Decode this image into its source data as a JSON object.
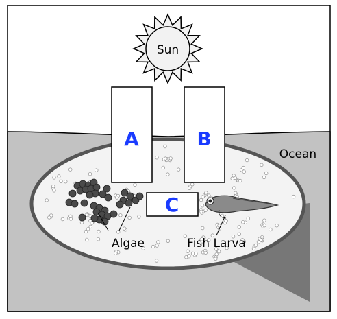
{
  "labels": {
    "sun": "Sun",
    "ocean": "Ocean",
    "algae": "Algae",
    "fish_larva": "Fish Larva",
    "box_a": "A",
    "box_b": "B",
    "box_c": "C"
  },
  "colors": {
    "ocean": "#c2c2c2",
    "shadow": "#757575",
    "ellipse_fill": "#f3f3f3",
    "box_label": "#1a3bff",
    "algae": "#4a4a4a"
  }
}
